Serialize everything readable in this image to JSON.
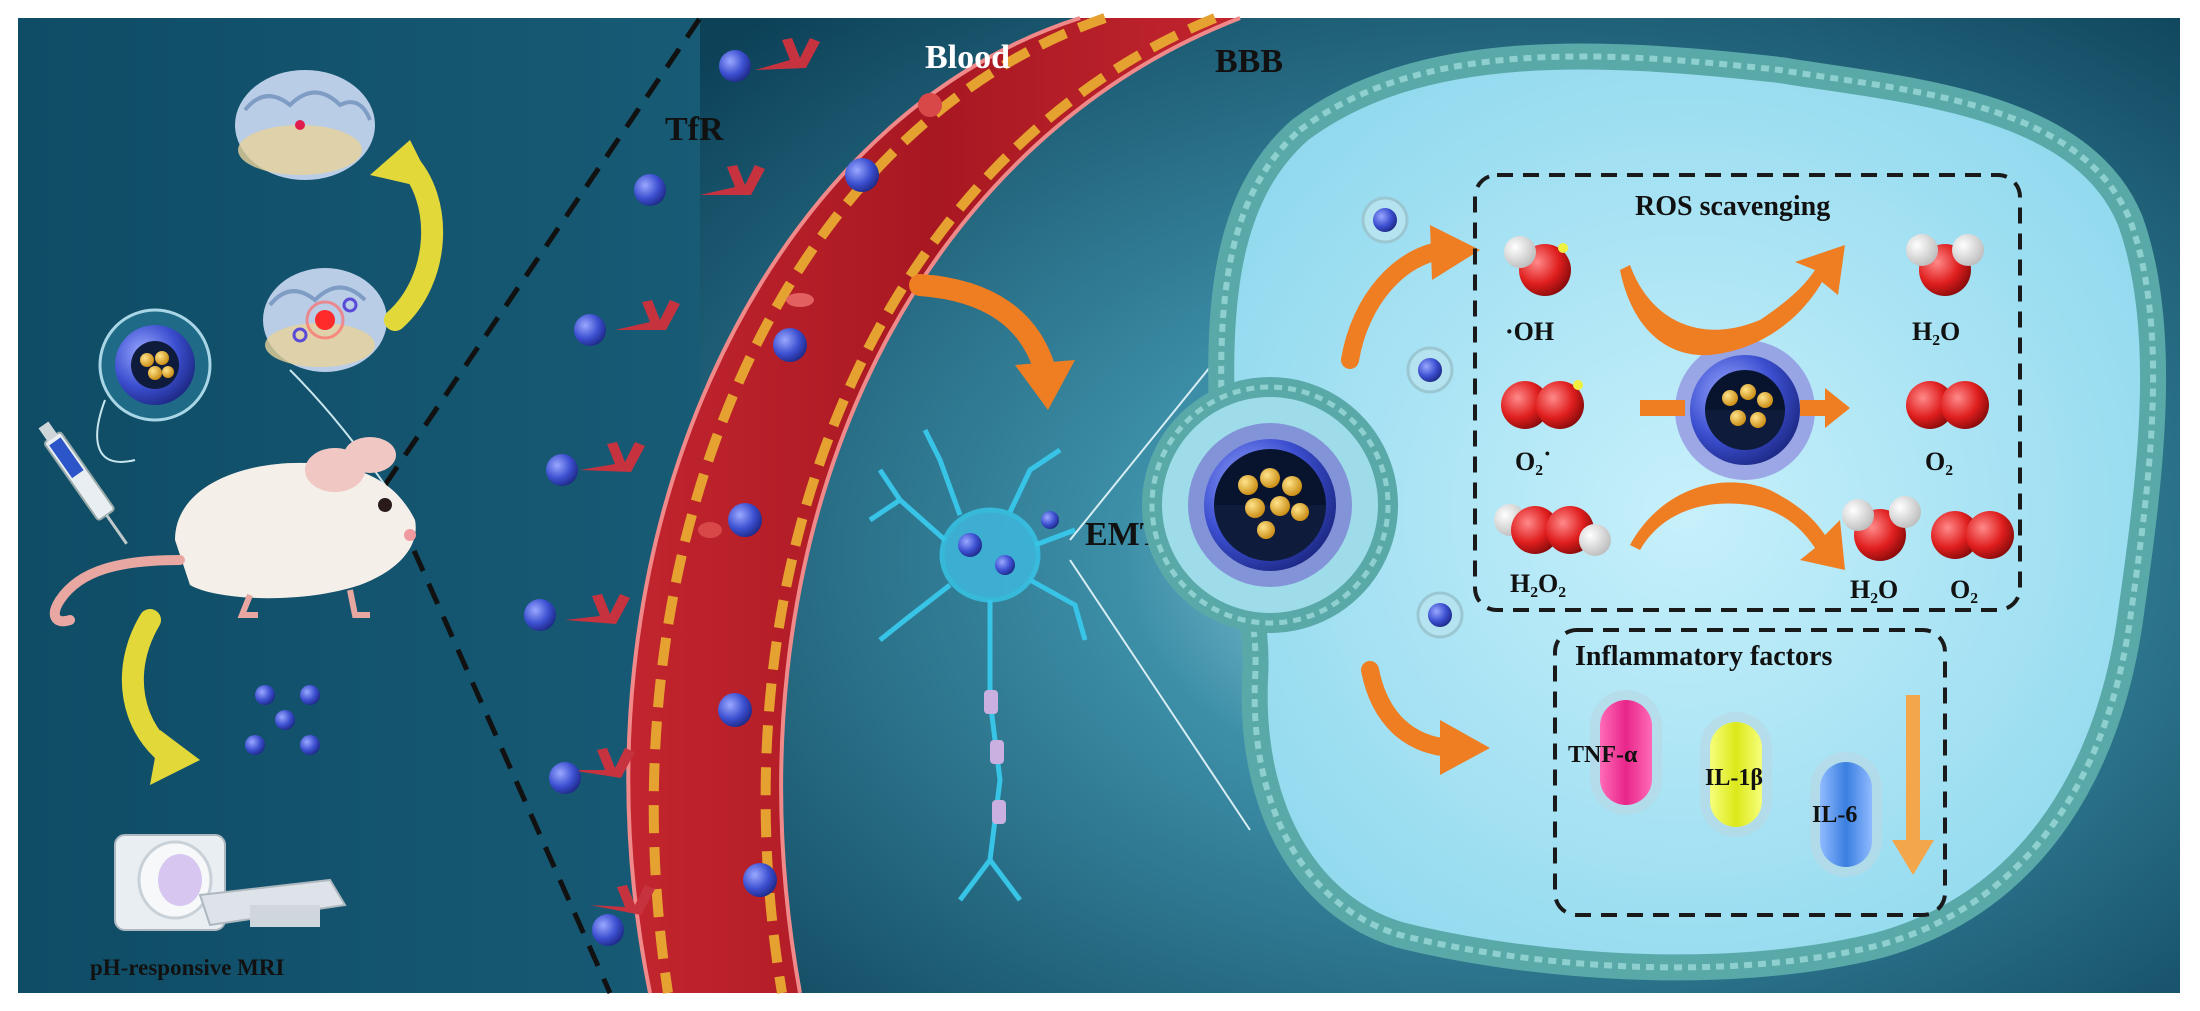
{
  "labels": {
    "blood": "Blood",
    "bbb": "BBB",
    "tfr": "TfR",
    "emt": "EMT",
    "ros_title": "ROS scavenging",
    "oh": "·OH",
    "o2_radical": "O₂˙",
    "h2o2": "H₂O₂",
    "h2o_a": "H₂O",
    "o2_a": "O₂",
    "h2o_b": "H₂O",
    "o2_b": "O₂",
    "inflammatory_title": "Inflammatory factors",
    "tnf": "TNF-α",
    "il1": "IL-1β",
    "il6": "IL-6",
    "mri": "pH-responsive MRI"
  },
  "colors": {
    "background": "#0f4d66",
    "vessel": "#b51e2a",
    "cell_interior": "#aee6f6",
    "membrane": "#4fa6a6",
    "nanoparticle": "#4a5fd8",
    "arrow_orange": "#ef7d22",
    "arrow_yellow": "#e3d83a",
    "tnf": "#e8268a",
    "il1": "#e3ef1b",
    "il6": "#3a7fe0"
  },
  "icons": [
    "brain-icon",
    "mouse-icon",
    "syringe-icon",
    "mri-scanner-icon",
    "neuron-icon",
    "nanoparticle-icon",
    "water-molecule-icon",
    "oxygen-molecule-icon",
    "h2o2-molecule-icon",
    "cytokine-capsule-icon"
  ]
}
